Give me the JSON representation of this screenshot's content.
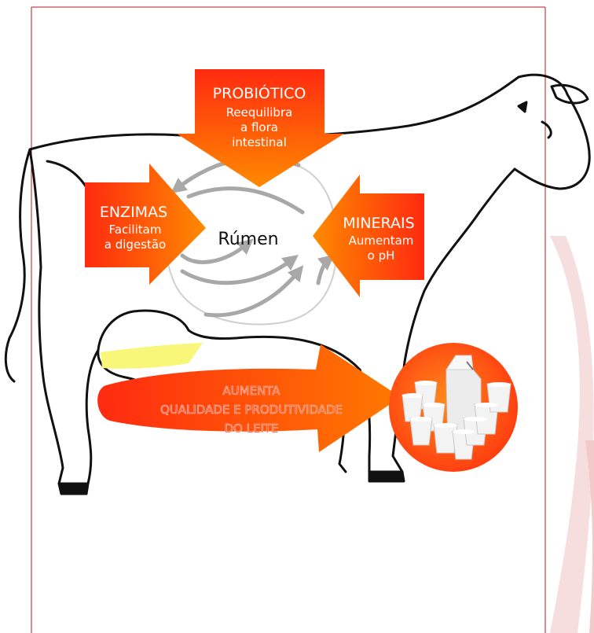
{
  "probiotic": {
    "title": "PROBIÓTICO",
    "lines": [
      "Reequilibra",
      "a flora",
      "intestinal"
    ]
  },
  "enzymes": {
    "title": "ENZIMAS",
    "lines": [
      "Facilitam",
      "a digestão"
    ]
  },
  "minerals": {
    "title": "MINERAIS",
    "lines": [
      "Aumentam",
      "o pH"
    ]
  },
  "rumen": {
    "label": "Rúmen"
  },
  "result": {
    "lines": [
      "AUMENTA",
      "QUALIDADE E PRODUTIVIDADE",
      "DO LEITE"
    ]
  },
  "colors": {
    "arrow_top": "#ff2a10",
    "arrow_bottom": "#ff8a00",
    "text_white": "#ffffff",
    "flow_arrow": "#a8a8a8",
    "cow_outline": "#111111",
    "milk_yellow": "#f8f77a",
    "frame_line": "#b81a1a",
    "watermark": "#f3d2d2"
  },
  "icons": {
    "cow": "cow-outline-icon",
    "milk": "milk-glasses-icon"
  }
}
